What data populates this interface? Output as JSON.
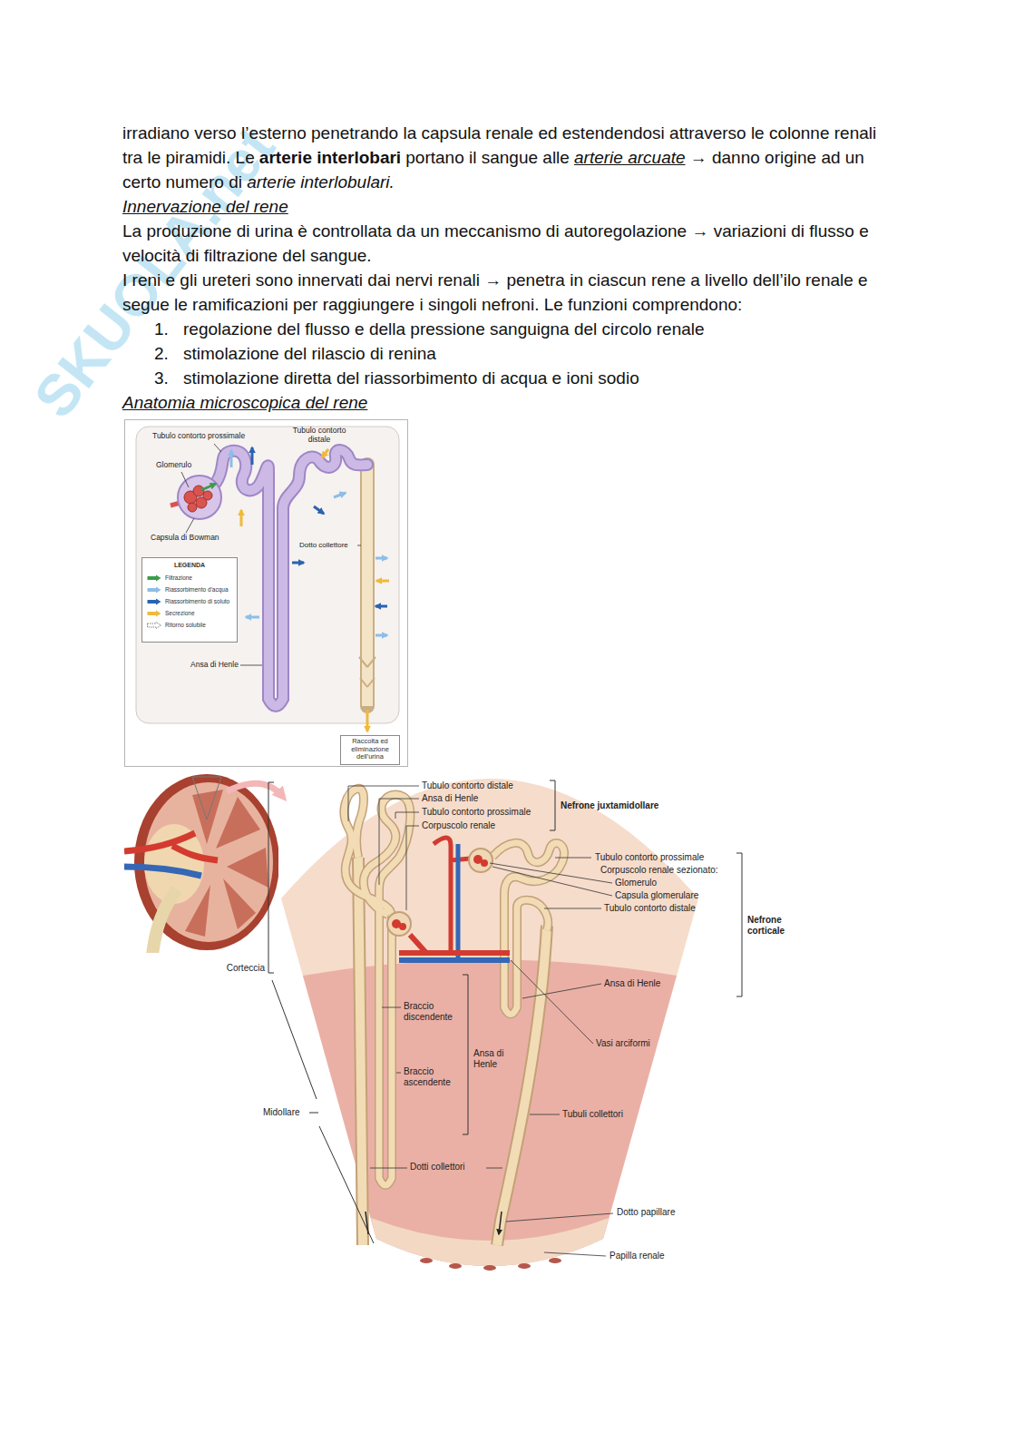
{
  "diagram": {
    "nodes": [
      {
        "text": [
          "LEGENDA"
        ]
      },
      {
        "text": [
          "Raccolta ed eliminazione dell'urina"
        ]
      }
    ],
    "labels": [
      "SKUOLA.net",
      "irradiano verso l’esterno penetrando la capsula renale ed estendendosi attraverso le colonne renali tra le piramidi. Le",
      "arterie interlobari",
      "portano il sangue alle",
      "arterie arcuate",
      "→ danno origine ad un certo numero di",
      "arterie interlobulari.",
      "Innervazione del rene",
      "La produzione di urina è controllata da un meccanismo di autoregolazione → variazioni di flusso e velocità di filtrazione del sangue.",
      "I reni e gli ureteri sono innervati dai nervi renali → penetra in ciascun rene a livello dell’ilo renale e segue le ramificazioni per raggiungere i singoli nefroni. Le funzioni comprendono:",
      "1.",
      "regolazione del flusso e della pressione sanguigna del circolo renale",
      "2.",
      "stimolazione del rilascio di renina",
      "3.",
      "stimolazione diretta del riassorbimento di acqua e ioni sodio",
      "Anatomia microscopica del rene",
      "Tubulo contorto prossimale",
      "Tubulo contorto distale",
      "Glomerulo",
      "Capsula di Bowman",
      "Dotto collettore",
      "Ansa di Henle",
      "Tubulo contorto distale",
      "Ansa di Henle",
      "Tubulo contorto prossimale",
      "Corpuscolo renale",
      "Nefrone juxtamidollare",
      "Tubulo contorto prossimale",
      "Corpuscolo renale sezionato:",
      "Glomerulo",
      "Capsula glomerulare",
      "Tubulo contorto distale",
      "Nefrone corticale",
      "Ansa di Henle",
      "Vasi arciformi",
      "Corteccia",
      "Braccio discendente",
      "Braccio ascendente",
      "Ansa di Henle",
      "Midollare",
      "Tubuli collettori",
      "Dotti collettori",
      "Dotto papillare",
      "Papilla renale"
    ],
    "legend": [
      {
        "text": "Filtrazione",
        "color": "#3a9d4a"
      },
      {
        "text": "Riassorbimento d'acqua",
        "color": "#8fbde6"
      },
      {
        "text": "Riassorbimento di soluto",
        "color": "#2a63b0"
      },
      {
        "text": "Secrezione",
        "color": "#f0b93a"
      },
      {
        "text": "Ritorno solubile"
      }
    ]
  }
}
